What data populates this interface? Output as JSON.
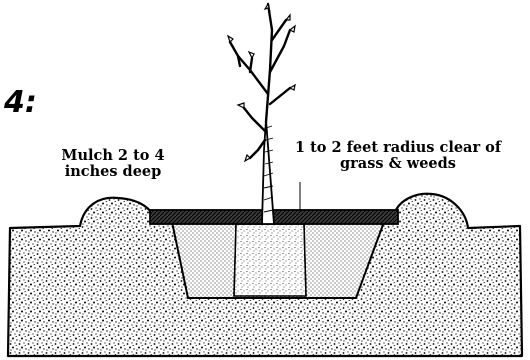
{
  "step_number": "4:",
  "labels": {
    "mulch_depth": "Mulch 2 to 4\ninches deep",
    "clear_radius": "1 to 2 feet radius clear of\ngrass & weeds"
  },
  "colors": {
    "ink": "#000000",
    "paper": "#ffffff",
    "mulch": "#555555",
    "soil_fill": "#ffffff",
    "backfill_shade": "#dddddd"
  }
}
